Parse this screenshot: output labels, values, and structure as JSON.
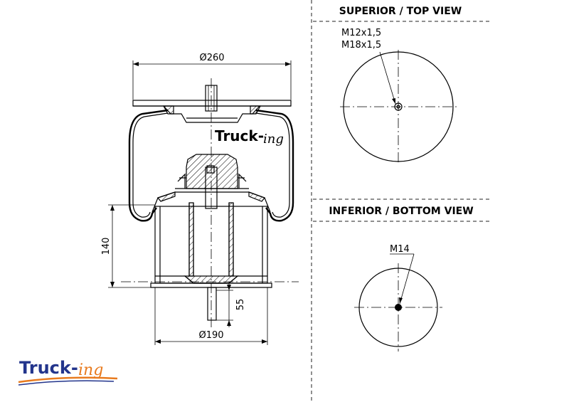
{
  "headings": {
    "top_view": "SUPERIOR / TOP VIEW",
    "bottom_view": "INFERIOR / BOTTOM VIEW"
  },
  "dimensions": {
    "top_diameter": "Ø260",
    "bottom_diameter": "Ø190",
    "height": "140",
    "stud_length": "55"
  },
  "threads": {
    "top_1": "M12x1,5",
    "top_2": "M18x1,5",
    "bottom": "M14"
  },
  "brand": {
    "name_part1": "Truck-",
    "name_part2": "ing"
  },
  "colors": {
    "brand_blue": "#23358c",
    "brand_orange": "#e87a1e",
    "line": "#000000"
  }
}
